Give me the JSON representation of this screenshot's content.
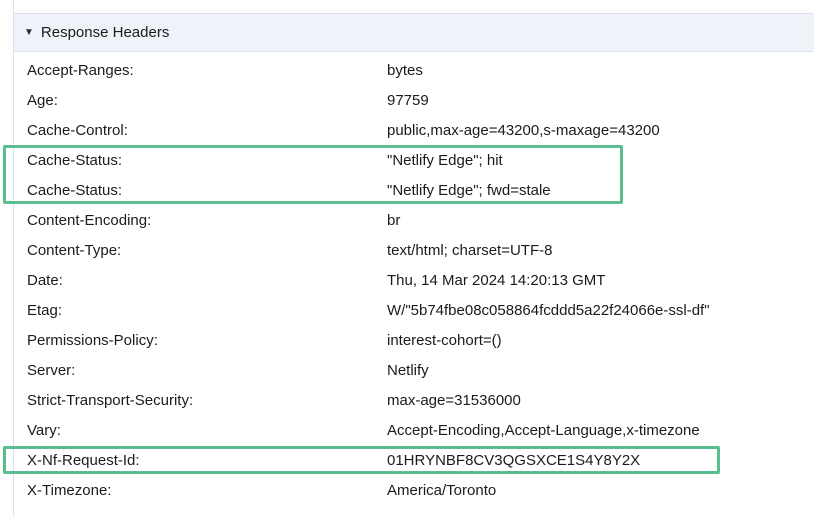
{
  "panel": {
    "title": "Response Headers",
    "collapse_icon": "▼",
    "rows": [
      {
        "name": "Accept-Ranges:",
        "value": "bytes"
      },
      {
        "name": "Age:",
        "value": "97759"
      },
      {
        "name": "Cache-Control:",
        "value": "public,max-age=43200,s-maxage=43200"
      },
      {
        "name": "Cache-Status:",
        "value": "\"Netlify Edge\"; hit"
      },
      {
        "name": "Cache-Status:",
        "value": "\"Netlify Edge\"; fwd=stale"
      },
      {
        "name": "Content-Encoding:",
        "value": "br"
      },
      {
        "name": "Content-Type:",
        "value": "text/html; charset=UTF-8"
      },
      {
        "name": "Date:",
        "value": "Thu, 14 Mar 2024 14:20:13 GMT"
      },
      {
        "name": "Etag:",
        "value": "W/\"5b74fbe08c058864fcddd5a22f24066e-ssl-df\""
      },
      {
        "name": "Permissions-Policy:",
        "value": "interest-cohort=()"
      },
      {
        "name": "Server:",
        "value": "Netlify"
      },
      {
        "name": "Strict-Transport-Security:",
        "value": "max-age=31536000"
      },
      {
        "name": "Vary:",
        "value": "Accept-Encoding,Accept-Language,x-timezone"
      },
      {
        "name": "X-Nf-Request-Id:",
        "value": "01HRYNBF8CV3QGSXCE1S4Y8Y2X"
      },
      {
        "name": "X-Timezone:",
        "value": "America/Toronto"
      }
    ]
  },
  "highlight": {
    "color": "#5abe8e",
    "highlighted_headers": [
      "Cache-Status",
      "Cache-Status",
      "X-Nf-Request-Id"
    ]
  }
}
